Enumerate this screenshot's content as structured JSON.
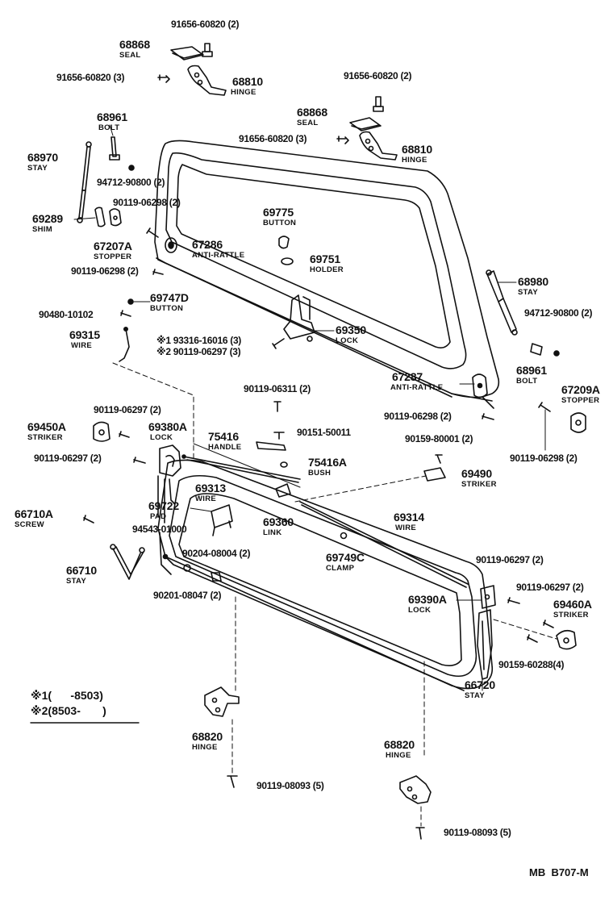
{
  "diagram_code": "MB  B707-M",
  "legend": [
    {
      "mark": "※1",
      "range": "(      -8503)"
    },
    {
      "mark": "※2",
      "range": "(8503-       )"
    }
  ],
  "labels": {
    "p91656_top_left": "91656-60820 (2)",
    "p68868_left_num": "68868",
    "p68868_left_name": "SEAL",
    "p91656_left": "91656-60820 (3)",
    "p68810_left_num": "68810",
    "p68810_left_name": "HINGE",
    "p91656_top_right": "91656-60820 (2)",
    "p68868_right_num": "68868",
    "p68868_right_name": "SEAL",
    "p91656_mid": "91656-60820 (3)",
    "p68810_right_num": "68810",
    "p68810_right_name": "HINGE",
    "p68961_top_num": "68961",
    "p68961_top_name": "BOLT",
    "p68970_num": "68970",
    "p68970_name": "STAY",
    "p94712_left": "94712-90800 (2)",
    "p90119_06298_a": "90119-06298 (2)",
    "p69289_num": "69289",
    "p69289_name": "SHIM",
    "p69775_num": "69775",
    "p69775_name": "BUTTON",
    "p67207a_num": "67207A",
    "p67207a_name": "STOPPER",
    "p67286_num": "67286",
    "p67286_name": "ANTI-RATTLE",
    "p69751_num": "69751",
    "p69751_name": "HOLDER",
    "p90119_06298_b": "90119-06298 (2)",
    "p68980_num": "68980",
    "p68980_name": "STAY",
    "p69747d_num": "69747D",
    "p69747d_name": "BUTTON",
    "p90480": "90480-10102",
    "p94712_right": "94712-90800 (2)",
    "p69315_num": "69315",
    "p69315_name": "WIRE",
    "p69350_num": "69350",
    "p69350_name": "LOCK",
    "p93316": "※1 93316-16016 (3)",
    "p90119_06297_note": "※2 90119-06297 (3)",
    "p68961_right_num": "68961",
    "p68961_right_name": "BOLT",
    "p67287_num": "67287",
    "p67287_name": "ANTI-RATTLE",
    "p90119_06311": "90119-06311 (2)",
    "p67209a_num": "67209A",
    "p67209a_name": "STOPPER",
    "p90119_06297_a": "90119-06297 (2)",
    "p90119_06298_c": "90119-06298 (2)",
    "p69450a_num": "69450A",
    "p69450a_name": "STRIKER",
    "p69380a_num": "69380A",
    "p69380a_name": "LOCK",
    "p75416_num": "75416",
    "p75416_name": "HANDLE",
    "p90151": "90151-50011",
    "p90159_80001": "90159-80001 (2)",
    "p90119_06297_b": "90119-06297 (2)",
    "p75416a_num": "75416A",
    "p75416a_name": "BUSH",
    "p90119_06298_d": "90119-06298 (2)",
    "p69490_num": "69490",
    "p69490_name": "STRIKER",
    "p69313_num": "69313",
    "p69313_name": "WIRE",
    "p66710a_num": "66710A",
    "p66710a_name": "SCREW",
    "p69722_num": "69722",
    "p69722_name": "PAD",
    "p69360_num": "69360",
    "p69360_name": "LINK",
    "p69314_num": "69314",
    "p69314_name": "WIRE",
    "p94543": "94543-01000",
    "p90204": "90204-08004 (2)",
    "p69749c_num": "69749C",
    "p69749c_name": "CLAMP",
    "p66710_num": "66710",
    "p66710_name": "STAY",
    "p90119_06297_c": "90119-06297 (2)",
    "p90201": "90201-08047 (2)",
    "p90119_06297_d": "90119-06297 (2)",
    "p69390a_num": "69390A",
    "p69390a_name": "LOCK",
    "p69460a_num": "69460A",
    "p69460a_name": "STRIKER",
    "p90159_60288": "90159-60288(4)",
    "p66720_num": "66720",
    "p66720_name": "STAY",
    "p68820_left_num": "68820",
    "p68820_left_name": "HINGE",
    "p68820_right_num": "68820",
    "p68820_right_name": "HINGE",
    "p90119_08093_left": "90119-08093 (5)",
    "p90119_08093_right": "90119-08093 (5)"
  }
}
